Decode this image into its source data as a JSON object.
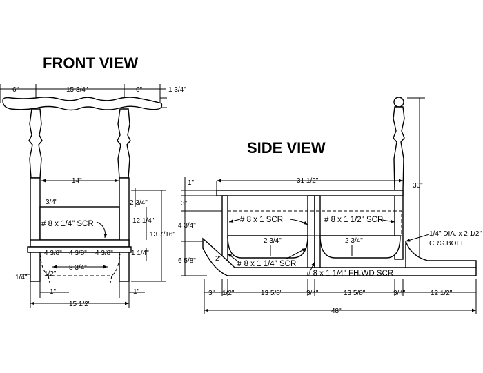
{
  "front_view": {
    "title": "FRONT VIEW",
    "dims": {
      "left_ext": "6\"",
      "top_width": "15 3/4\"",
      "right_ext": "6\"",
      "top_thick": "1 3/4\"",
      "seat_width": "14\"",
      "d_3_4": "3/4\"",
      "d_2_3_4": "2 3/4\"",
      "d_12_1_4": "12 1/4\"",
      "d_13_7_16": "13 7/16\"",
      "d_1_1_4": "1 1/4\"",
      "sp1": "4 3/8\"",
      "sp2": "4 3/8\"",
      "sp3": "4 3/8\"",
      "d_8_3_4": "8 3/4\"",
      "d_1_2": "1/2\"",
      "d_1_4": "1/4\"",
      "foot_l": "1\"",
      "foot_r": "1\"",
      "base_width": "15 1/2\""
    },
    "screw_label": "# 8 x 1/4\" SCR"
  },
  "side_view": {
    "title": "SIDE VIEW",
    "dims": {
      "top_1": "1\"",
      "seat_len": "31 1/2\"",
      "d_3": "3\"",
      "d_4_3_4": "4 3/4\"",
      "d_6_5_8": "6 5/8\"",
      "d_2": "2\"",
      "d_2_3_4_a": "2 3/4\"",
      "d_2_3_4_b": "2 3/4\"",
      "height_30": "30\"",
      "b_3": "3\"",
      "b_1_2": "1/2\"",
      "b_13_5_8_a": "13 5/8\"",
      "b_3_4_a": "3/4\"",
      "b_13_5_8_b": "13 5/8\"",
      "b_3_4_b": "3/4\"",
      "b_12_1_2": "12 1/2\"",
      "total_48": "48\""
    },
    "labels": {
      "scr_a": "# 8 x 1 SCR",
      "scr_b": "# 8 x 1 1/2\" SCR",
      "scr_c": "# 8 x 1 1/4\" SCR",
      "scr_d": "# 8 x 1 1/4\" FH.WD SCR",
      "bolt_1": "1/4\" DIA. x 2 1/2\"",
      "bolt_2": "CRG.BOLT."
    }
  }
}
